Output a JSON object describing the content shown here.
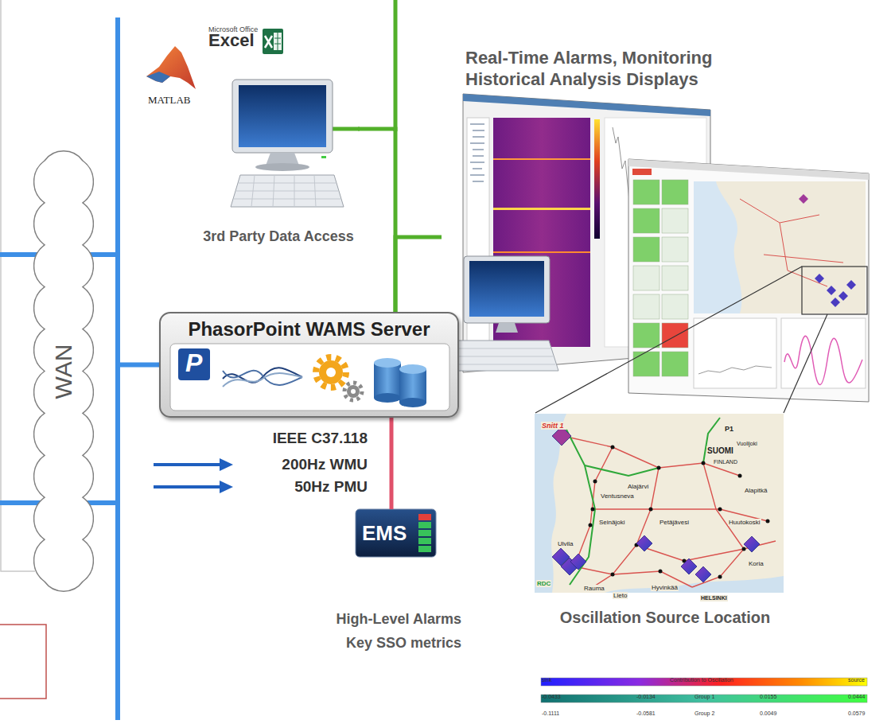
{
  "diagram": {
    "nodes": [
      {
        "text": [
          "WAN"
        ]
      },
      {
        "text": [
          "Real-Time Alarms, Monitoring Historical Analysis Displays"
        ]
      },
      {
        "text": [
          "3rd Party Data Access"
        ]
      },
      {
        "text": [
          "PhasorPoint WAMS Server"
        ]
      },
      {
        "text": [
          "EMS",
          "High-Level Alarms Key SSO metrics"
        ]
      },
      {
        "text": [
          "Oscillation Source Location"
        ]
      }
    ],
    "edges": [
      {
        "from": 0,
        "to": 3,
        "arrow": "none"
      },
      {
        "from": 3,
        "to": 2,
        "arrow": "none"
      },
      {
        "from": 3,
        "to": 1,
        "arrow": "none"
      },
      {
        "from": 3,
        "to": 4,
        "arrow": "none"
      }
    ],
    "labels": [
      "Microsoft Office",
      "Excel",
      "MATLAB",
      "P",
      "IEEE C37.118",
      "200Hz WMU",
      "50Hz PMU",
      "Snitt 1",
      "P1",
      "Vuolijoki",
      "SUOMI",
      "FINLAND",
      "Ventusneva",
      "Alajärvi",
      "Alapitkä",
      "Seinäjoki",
      "Petäjävesi",
      "Huutokoski",
      "Ulvila",
      "Koria",
      "Hyvinkää",
      "RDC",
      "Rauma",
      "Lieto",
      "HELSINKI",
      "sink",
      "Contribution to Oscillation",
      "source",
      "-0.0433",
      "-0.0134",
      "Group 1",
      "0.0155",
      "0.0444",
      "-0.1111",
      "-0.0581",
      "Group 2",
      "0.0049",
      "0.0579"
    ]
  }
}
